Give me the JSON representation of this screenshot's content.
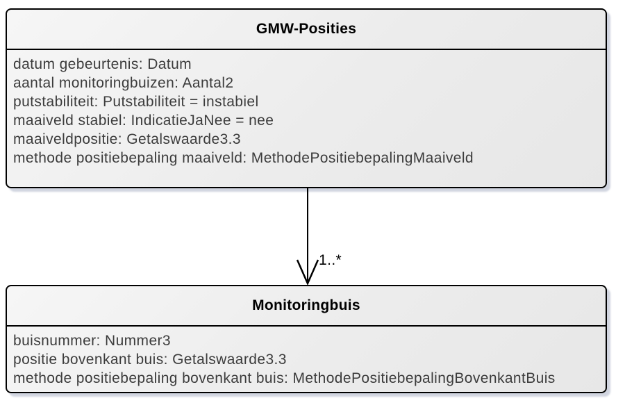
{
  "colors": {
    "box_border": "#000000",
    "box_fill_light": "#f6f6f6",
    "box_fill_dark": "#e7e7e7",
    "drop_shadow": "#acb2c6",
    "attribute_text": "#3c3c3c",
    "title_text": "#000000",
    "connector": "#000000"
  },
  "diagram": {
    "classes": [
      {
        "name": "GMW-Posities",
        "attributes": [
          "datum gebeurtenis: Datum",
          "aantal monitoringbuizen: Aantal2",
          "putstabiliteit: Putstabiliteit = instabiel",
          "maaiveld stabiel: IndicatieJaNee = nee",
          "maaiveldpositie: Getalswaarde3.3",
          "methode positiebepaling maaiveld: MethodePositiebepalingMaaiveld"
        ]
      },
      {
        "name": "Monitoringbuis",
        "attributes": [
          "buisnummer: Nummer3",
          "positie bovenkant buis: Getalswaarde3.3",
          "methode positiebepaling bovenkant buis: MethodePositiebepalingBovenkantBuis"
        ]
      }
    ],
    "connector": {
      "type": "directed-association",
      "multiplicity": "1..*"
    }
  }
}
